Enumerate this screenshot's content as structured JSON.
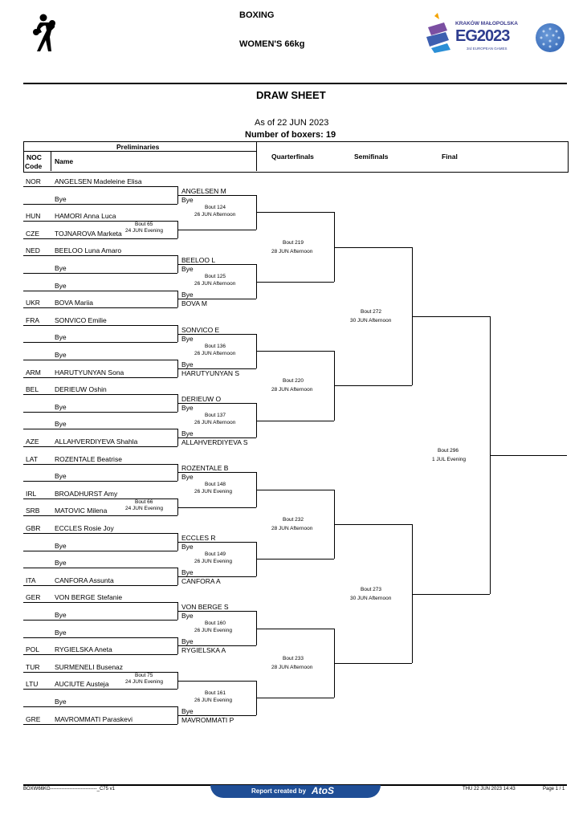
{
  "header": {
    "sport": "BOXING",
    "event": "WOMEN'S 66kg",
    "logo_text_city": "KRAKÓW MAŁOPOLSKA",
    "logo_text_main": "EG2023",
    "logo_text_sub": "3rd EUROPEAN GAMES"
  },
  "sheet": {
    "title": "DRAW SHEET",
    "as_of": "As of 22 JUN 2023",
    "boxers": "Number of boxers: 19"
  },
  "columns": {
    "preliminaries": "Preliminaries",
    "noc": "NOC",
    "code": "Code",
    "name": "Name",
    "quarterfinals": "Quarterfinals",
    "semifinals": "Semifinals",
    "final": "Final"
  },
  "entries": [
    {
      "noc": "NOR",
      "name": "ANGELSEN Madeleine Elisa"
    },
    {
      "noc": "",
      "name": "Bye"
    },
    {
      "noc": "HUN",
      "name": "HAMORI Anna Luca"
    },
    {
      "noc": "CZE",
      "name": "TOJNAROVA Marketa"
    },
    {
      "noc": "NED",
      "name": "BEELOO Luna Amaro"
    },
    {
      "noc": "",
      "name": "Bye"
    },
    {
      "noc": "",
      "name": "Bye"
    },
    {
      "noc": "UKR",
      "name": "BOVA Mariia"
    },
    {
      "noc": "FRA",
      "name": "SONVICO Emilie"
    },
    {
      "noc": "",
      "name": "Bye"
    },
    {
      "noc": "",
      "name": "Bye"
    },
    {
      "noc": "ARM",
      "name": "HARUTYUNYAN Sona"
    },
    {
      "noc": "BEL",
      "name": "DERIEUW Oshin"
    },
    {
      "noc": "",
      "name": "Bye"
    },
    {
      "noc": "",
      "name": "Bye"
    },
    {
      "noc": "AZE",
      "name": "ALLAHVERDIYEVA Shahla"
    },
    {
      "noc": "LAT",
      "name": "ROZENTALE Beatrise"
    },
    {
      "noc": "",
      "name": "Bye"
    },
    {
      "noc": "IRL",
      "name": "BROADHURST Amy"
    },
    {
      "noc": "SRB",
      "name": "MATOVIC Milena"
    },
    {
      "noc": "GBR",
      "name": "ECCLES Rosie Joy"
    },
    {
      "noc": "",
      "name": "Bye"
    },
    {
      "noc": "",
      "name": "Bye"
    },
    {
      "noc": "ITA",
      "name": "CANFORA Assunta"
    },
    {
      "noc": "GER",
      "name": "VON BERGE Stefanie"
    },
    {
      "noc": "",
      "name": "Bye"
    },
    {
      "noc": "",
      "name": "Bye"
    },
    {
      "noc": "POL",
      "name": "RYGIELSKA Aneta"
    },
    {
      "noc": "TUR",
      "name": "SURMENELI Busenaz"
    },
    {
      "noc": "LTU",
      "name": "AUCIUTE Austeja"
    },
    {
      "noc": "",
      "name": "Bye"
    },
    {
      "noc": "GRE",
      "name": "MAVROMMATI Paraskevi"
    }
  ],
  "prelim_bouts": [
    {
      "bout": "Bout  65",
      "time": "24 JUN Evening"
    },
    {
      "bout": "Bout  66",
      "time": "24 JUN Evening"
    },
    {
      "bout": "Bout  75",
      "time": "24 JUN Evening"
    }
  ],
  "r16": [
    {
      "top": "ANGELSEN M",
      "bottom": "Bye",
      "bout": "Bout  124",
      "time": "26 JUN Afternoon"
    },
    {
      "top": "BEELOO L",
      "bottom": "Bye",
      "bottom2": "Bye",
      "winner": "BOVA M",
      "bout": "Bout  125",
      "time": "26 JUN Afternoon"
    },
    {
      "top": "SONVICO E",
      "bottom": "Bye",
      "bottom2": "Bye",
      "winner": "HARUTYUNYAN S",
      "bout": "Bout  136",
      "time": "26 JUN Afternoon"
    },
    {
      "top": "DERIEUW O",
      "bottom": "Bye",
      "bottom2": "Bye",
      "winner": "ALLAHVERDIYEVA S",
      "bout": "Bout  137",
      "time": "26 JUN Afternoon"
    },
    {
      "top": "ROZENTALE B",
      "bottom": "Bye",
      "bout": "Bout  148",
      "time": "26 JUN Evening"
    },
    {
      "top": "ECCLES R",
      "bottom": "Bye",
      "bottom2": "Bye",
      "winner": "CANFORA A",
      "bout": "Bout  149",
      "time": "26 JUN Evening"
    },
    {
      "top": "VON BERGE S",
      "bottom": "Bye",
      "bottom2": "Bye",
      "winner": "RYGIELSKA A",
      "bout": "Bout  160",
      "time": "26 JUN Evening"
    },
    {
      "bout": "Bout  161",
      "time": "26 JUN Evening",
      "bottom2": "Bye",
      "winner": "MAVROMMATI P"
    }
  ],
  "qf": [
    {
      "bout": "Bout  219",
      "time": "28 JUN Afternoon"
    },
    {
      "bout": "Bout  220",
      "time": "28 JUN Afternoon"
    },
    {
      "bout": "Bout  232",
      "time": "28 JUN Afternoon"
    },
    {
      "bout": "Bout  233",
      "time": "28 JUN Afternoon"
    }
  ],
  "sf": [
    {
      "bout": "Bout  272",
      "time": "30 JUN Afternoon"
    },
    {
      "bout": "Bout  273",
      "time": "30 JUN Afternoon"
    }
  ],
  "final": {
    "bout": "Bout  296",
    "time": "1 JUL Evening"
  },
  "footer": {
    "code": "BOXW66KG-----------------------------_C75 v1",
    "report": "Report created by",
    "brand": "AtoS",
    "date": "THU 22 JUN 2023 14:43",
    "page": "Page 1 / 1"
  }
}
